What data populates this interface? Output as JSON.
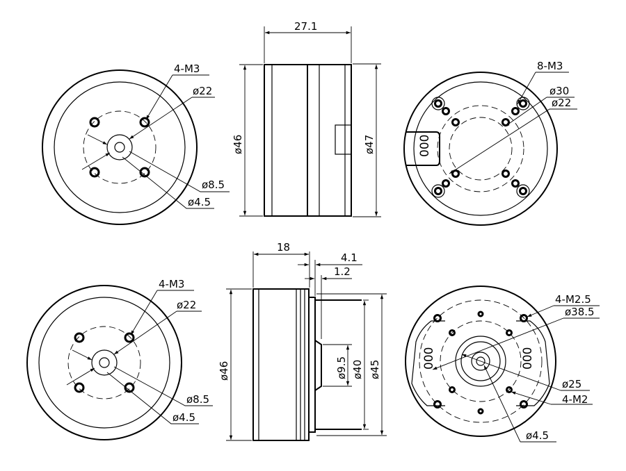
{
  "dimensions": {
    "v1": {
      "threads": "4-M3",
      "bolt_circle": "ø22",
      "hub": "ø8.5",
      "shaft": "ø4.5"
    },
    "v2": {
      "length": "27.1",
      "diameter_left": "ø46",
      "diameter_right": "ø47"
    },
    "v3": {
      "threads": "8-M3",
      "outer_pcd": "ø30",
      "inner_pcd": "ø22",
      "marking": "000"
    },
    "v4": {
      "threads": "4-M3",
      "bolt_circle": "ø22",
      "hub": "ø8.5",
      "shaft": "ø4.5"
    },
    "v5": {
      "length": "18",
      "flange": "4.1",
      "step": "1.2",
      "diameter_body": "ø46",
      "shaft": "ø9.5",
      "boss": "ø40",
      "base": "ø45"
    },
    "v6": {
      "threads_outer": "4-M2.5",
      "outer_pcd": "ø38.5",
      "inner_pcd": "ø25",
      "threads_inner": "4-M2",
      "shaft": "ø4.5",
      "marking_left": "000",
      "marking_right": "000"
    }
  }
}
